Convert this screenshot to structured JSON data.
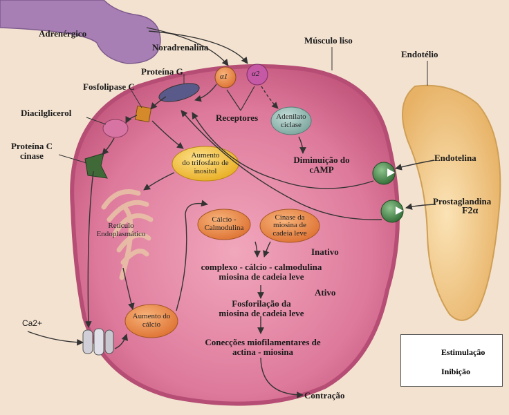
{
  "labels": {
    "adrenergico": "Adrenérgico",
    "noradrenalina": "Noradrenalina",
    "musculo_liso": "Músculo liso",
    "endotelio": "Endotélio",
    "proteina_g": "Proteína G",
    "fosfolipase_c": "Fosfolipase C",
    "diacilglicerol": "Diacilglicerol",
    "proteina_c_cinase": [
      "Proteína C",
      "cinase"
    ],
    "receptores": "Receptores",
    "alpha1": "α1",
    "alpha2": "α2",
    "adenilato_ciclase": [
      "Adenilato",
      "ciclase"
    ],
    "diminuicao_camp": [
      "Diminuição do",
      "cAMP"
    ],
    "endotelina": "Endotelina",
    "prostaglandina": "Prostaglandina",
    "f2alpha": "F2α",
    "aumento_trifosfato": [
      "Aumento",
      "do trifosfato de",
      "inositol"
    ],
    "reticulo": [
      "Retículo",
      "Endoplasmático"
    ],
    "calcio_calmodulina": [
      "Cálcio -",
      "Calmodulina"
    ],
    "cinase_miosina": [
      "Cinase da",
      "miosina de",
      "cadeia leve"
    ],
    "inativo": "Inativo",
    "complexo": [
      "complexo - cálcio - calmodulina",
      "miosina de cadeia leve"
    ],
    "ativo": "Ativo",
    "fosforilacao": [
      "Fosforilação da",
      "miosina de cadeia leve"
    ],
    "aumento_calcio": [
      "Aumento do",
      "cálcio"
    ],
    "ca2": "Ca2+",
    "conexoes": [
      "Conecções miofilamentares de",
      "actina - miosina"
    ],
    "contracao": "Contração"
  },
  "legend": {
    "estimulacao": "Estimulação",
    "inibicao": "Inibição"
  },
  "colors": {
    "background": "#f3e2d0",
    "cell": "#d2648a",
    "nerve": "#a87fb4",
    "endothelium": "#f0c47a",
    "yellow_node": "#f4c43a",
    "orange_node": "#ea8c48",
    "teal_node": "#8fb7b0",
    "receptor_green": "#3f7e43"
  }
}
